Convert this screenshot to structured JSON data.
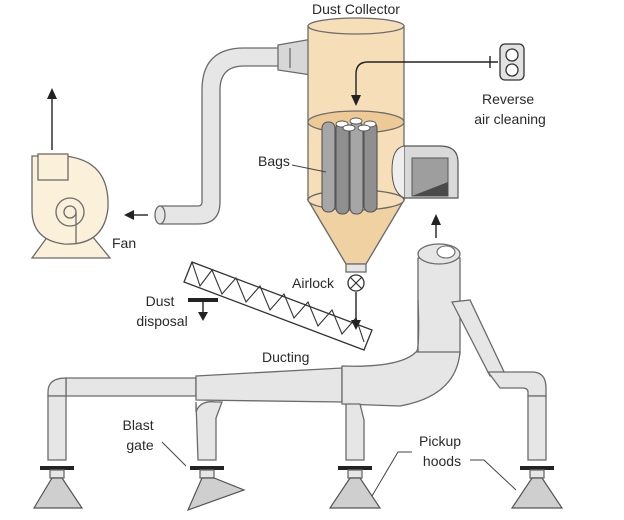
{
  "diagram": {
    "title": "Dust Collector",
    "labels": {
      "reverse_air": [
        "Reverse",
        "air cleaning"
      ],
      "bags": "Bags",
      "fan": "Fan",
      "airlock": "Airlock",
      "dust_disposal": [
        "Dust",
        "disposal"
      ],
      "ducting": "Ducting",
      "blast_gate": [
        "Blast",
        "gate"
      ],
      "pickup_hoods": [
        "Pickup",
        "hoods"
      ]
    },
    "colors": {
      "collector_body": "#f6dfb8",
      "collector_shade": "#ecc995",
      "fan_body": "#fbf0da",
      "ducting": "#e6e6e6",
      "outline": "#6b6b6b",
      "arrows": "#222222"
    }
  }
}
